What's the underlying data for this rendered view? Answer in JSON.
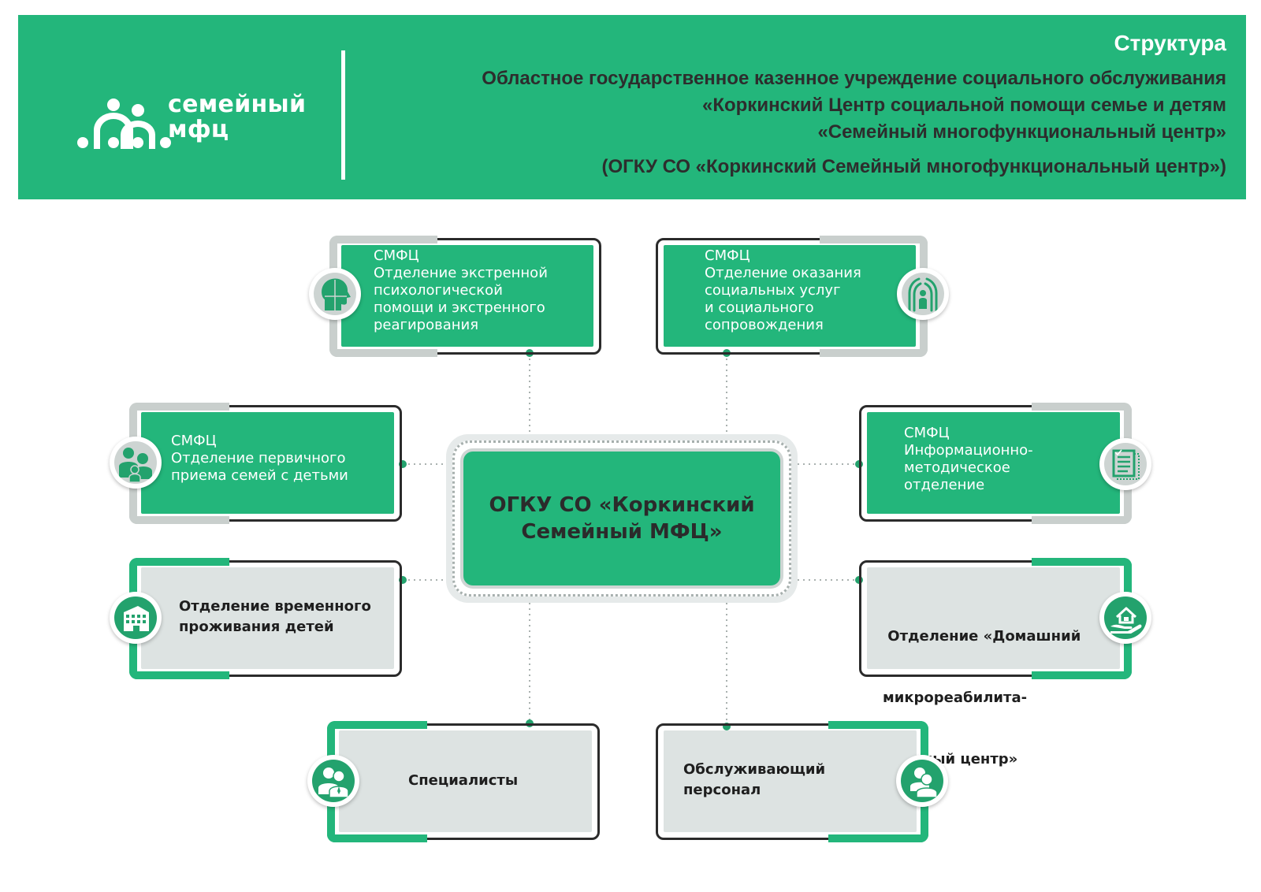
{
  "header": {
    "logo_text_line1": "семейный",
    "logo_text_line2": "мфц",
    "title": "Структура",
    "org_lines": [
      "Областное государственное казенное учреждение социального обслуживания",
      "«Коркинский Центр социальной помощи семье и детям",
      "«Семейный многофункциональный центр»"
    ],
    "org_abbr": "(ОГКУ СО «Коркинский Семейный многофункциональный центр»)"
  },
  "center": {
    "label": "ОГКУ СО «Коркинский Семейный МФЦ»"
  },
  "colors": {
    "brand_green": "#23b67b",
    "dark_green": "#23a26d",
    "grey_fill": "#dde3e2",
    "text_dark": "#2b2b2b"
  },
  "nodes": [
    {
      "id": "emergency-psych",
      "prefix": "СМФЦ",
      "lines": [
        "Отделение экстренной",
        "психологической",
        "помощи и экстренного",
        "реагирования"
      ],
      "icon": "head-puzzle-icon",
      "style": "green"
    },
    {
      "id": "social-services",
      "prefix": "СМФЦ",
      "lines": [
        "Отделение оказания",
        "социальных услуг",
        "и социального",
        "сопровождения"
      ],
      "icon": "protective-hands-person-icon",
      "style": "green"
    },
    {
      "id": "primary-reception",
      "prefix": "СМФЦ",
      "lines": [
        "Отделение первичного",
        "приема семей с детьми"
      ],
      "icon": "family-icon",
      "style": "green"
    },
    {
      "id": "info-method",
      "prefix": "СМФЦ",
      "lines": [
        "Информационно-",
        "методическое",
        "отделение"
      ],
      "icon": "document-icon",
      "style": "green"
    },
    {
      "id": "temp-residence",
      "prefix": "",
      "lines": [
        "Отделение временного",
        "проживания детей"
      ],
      "icon": "building-icon",
      "style": "grey"
    },
    {
      "id": "home-rehab",
      "prefix": "",
      "lines": [
        " Отделение «Домашний",
        "микрореабилита-",
        "ционный центр»"
      ],
      "icon": "house-in-hand-icon",
      "style": "grey"
    },
    {
      "id": "specialists",
      "prefix": "",
      "lines": [
        "Специалисты"
      ],
      "icon": "people-icon",
      "style": "grey"
    },
    {
      "id": "service-staff",
      "prefix": "",
      "lines": [
        "Обслуживающий",
        "персонал"
      ],
      "icon": "staff-icon",
      "style": "grey"
    }
  ]
}
